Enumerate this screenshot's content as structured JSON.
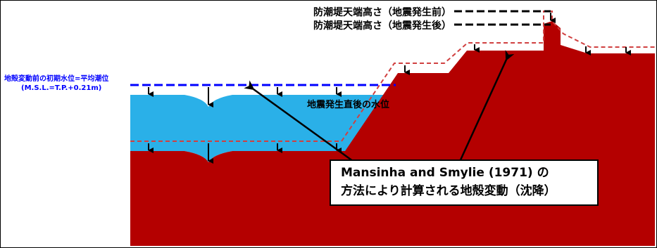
{
  "labels": {
    "crest_before": "防潮堤天端高さ（地震発生前）",
    "crest_after": "防潮堤天端高さ（地震発生後）",
    "initial_level": "地殻変動前の初期水位=平均潮位",
    "msl": "(M.S.L.=T.P.+0.21m)",
    "post_quake_level": "地震発生直後の水位",
    "callout_line1": "Mansinha and Smylie (1971) の",
    "callout_line2": "方法により計算される地殻変動（沈降）"
  },
  "colors": {
    "ground": "#b40000",
    "ground_outline": "#d04040",
    "water": "#2ab0e8",
    "initial_level": "#0000ff",
    "initial_level_text": "#0000ff",
    "arrow": "#000000"
  }
}
